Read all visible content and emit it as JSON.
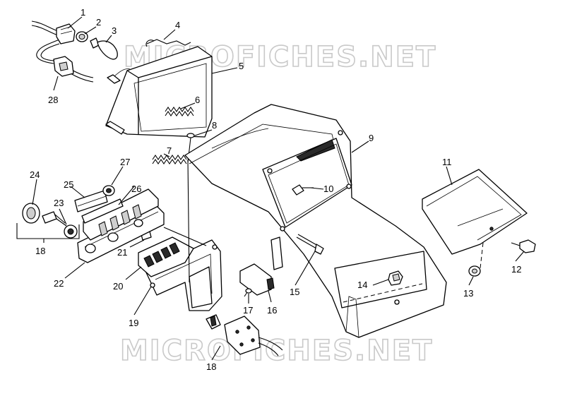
{
  "watermark": "MICROFICHES.NET",
  "callouts": [
    "1",
    "2",
    "3",
    "4",
    "5",
    "6",
    "7",
    "8",
    "9",
    "10",
    "11",
    "12",
    "13",
    "14",
    "15",
    "16",
    "17",
    "18",
    "18",
    "19",
    "20",
    "21",
    "22",
    "23",
    "24",
    "25",
    "26",
    "27",
    "28"
  ]
}
